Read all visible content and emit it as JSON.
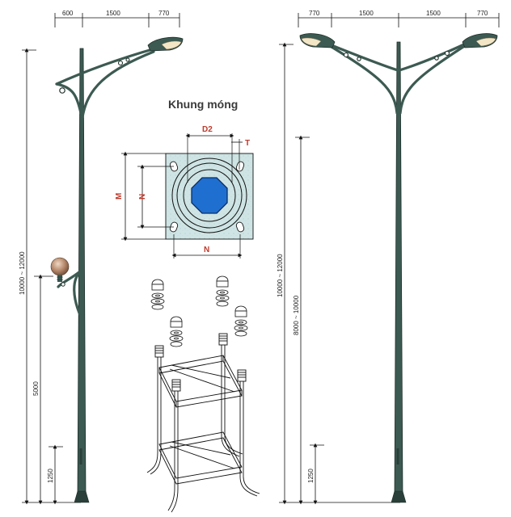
{
  "foundation": {
    "title": "Khung móng",
    "label_d2": "D2",
    "label_t": "T",
    "label_m": "M",
    "label_n_vertical": "N",
    "label_n_bottom": "N"
  },
  "left_pole": {
    "top_dims": [
      "600",
      "1500",
      "770"
    ],
    "height_total": "10000 ~ 12000",
    "height_lamp": "5000",
    "height_base": "1250"
  },
  "right_pole": {
    "top_dims": [
      "770",
      "1500",
      "1500",
      "770"
    ],
    "height_total": "10000 ~ 12000",
    "height_mid": "8000 ~ 10000",
    "height_base": "1250"
  },
  "colors": {
    "pole": "#3c5a52",
    "plate": "#cfe4e4",
    "octagon": "#1f6fd1",
    "globe": "#b5886a",
    "label_red": "#c0392b"
  }
}
